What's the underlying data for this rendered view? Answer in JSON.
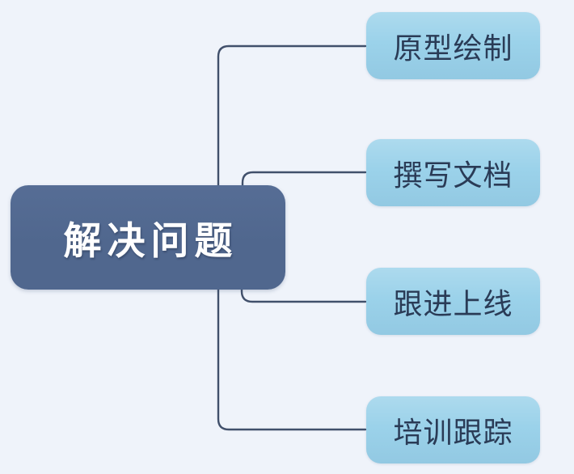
{
  "root": {
    "label": "解决问题"
  },
  "children": [
    {
      "label": "原型绘制"
    },
    {
      "label": "撰写文档"
    },
    {
      "label": "跟进上线"
    },
    {
      "label": "培训跟踪"
    }
  ],
  "colors": {
    "canvas_background": "#eff3fa",
    "root_fill": "#50678e",
    "root_fill_top": "#566d95",
    "root_text": "#ffffff",
    "child_fill": "#9bd2ea",
    "child_text": "#2a3b56",
    "connector": "#41506b"
  }
}
